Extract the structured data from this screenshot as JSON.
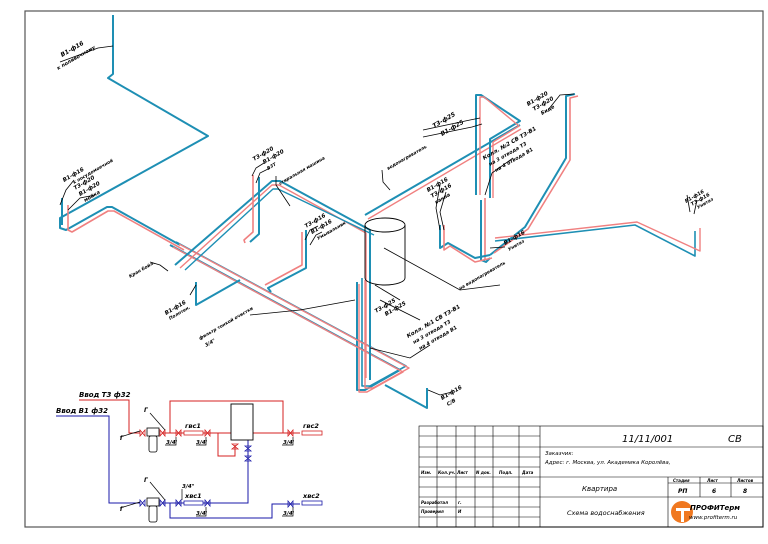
{
  "drawing": {
    "title": "Схема водоснабжения",
    "colors": {
      "cold_pipe": "#1e8fb4",
      "hot_pipe": "#f08080",
      "schematic_hot": "#d42020",
      "schematic_cold": "#1a1aa8",
      "frame": "#555555",
      "logo_orange": "#f07820"
    }
  },
  "iso_labels": {
    "top_riser": [
      "В1-ф16",
      "к поливочному"
    ],
    "left_riser": [
      "В1-ф16",
      "к посудомоечной",
      "Т3-ф20",
      "В1-ф20",
      "мойка"
    ],
    "mid_left_riser": [
      "Т3-ф20",
      "В1-ф20",
      "ВЗТ"
    ],
    "washer": "стиральная машина",
    "boiler_drop": "водонагреватель",
    "center_riser": [
      "Т3-ф16",
      "В1-ф16",
      "Умывальник"
    ],
    "top_center": [
      "Т3-ф25",
      "В1-ф25"
    ],
    "bath": [
      "В1-ф16",
      "Т3-ф16",
      "ванна"
    ],
    "collector2": [
      "Колл. №2 СВ Т3-В1",
      "на 3 отвода Т3",
      "на 4 отвода В1"
    ],
    "top_right": [
      "В1-ф20",
      "Т3-ф20",
      "Биде"
    ],
    "right_riser": [
      "В1-ф16",
      "Т3-ф16",
      "Унитаз"
    ],
    "toilet": [
      "В1-ф16",
      "Унитаз"
    ],
    "left_small": [
      "В1-ф16",
      "Полотен."
    ],
    "kitchen": "Кран бойл.",
    "boiler_note": "на водонагреватель",
    "filter": [
      "фильтр тонкой очистки",
      "3/4\""
    ],
    "boiler_conn": [
      "Т3-ф25",
      "В1-ф25"
    ],
    "collector1": [
      "Колл. №1 СВ Т3-В1",
      "на 3 отвода Т3",
      "на 4 отвода В1"
    ],
    "bottom_riser": [
      "В1-ф16",
      "С/В"
    ]
  },
  "schematic": {
    "hot_inlet": "Ввод Т3 ф32",
    "cold_inlet": "Ввод В1 ф32",
    "filter_marker": "Г",
    "hot_outlet_1": "гвс1",
    "hot_outlet_2": "гвс2",
    "cold_outlet_1": "хвс1",
    "cold_outlet_2": "хвс2",
    "size_label": "3/4\"",
    "size_label_b": "3/4'"
  },
  "title_block": {
    "doc_code": "11/11/001",
    "section": "СВ",
    "customer_label": "Заказчик:",
    "address": "Адрес: г. Москва, ул. Академика Королёва,",
    "col_headers": [
      "Изм.",
      "Кол.уч.",
      "Лист",
      "N док.",
      "Подп.",
      "Дата"
    ],
    "developed_label": "Разработал",
    "developed_value": "г.",
    "checked_label": "Проверил",
    "checked_value": "И",
    "object_name": "Квартира",
    "stage_header": "Стадия",
    "sheet_header": "Лист",
    "sheets_header": "Листов",
    "stage_value": "РП",
    "sheet_value": "6",
    "sheets_value": "8",
    "drawing_title": "Схема водоснабжения",
    "logo_text": "ПРОФИТерм",
    "logo_url_text": "www.profiterm.ru"
  }
}
